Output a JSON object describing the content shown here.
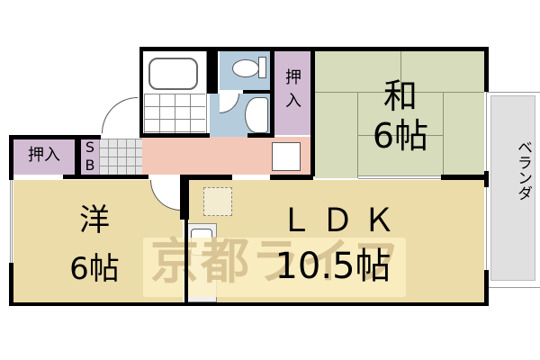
{
  "floorplan": {
    "rooms": {
      "washitsu": {
        "name": "和",
        "size": "6帖",
        "color": "#d6dcbc"
      },
      "youshitsu": {
        "name": "洋",
        "size": "6帖",
        "color": "#ecdcaa"
      },
      "ldk": {
        "name": "ＬＤＫ",
        "size": "10.5帖",
        "color": "#ecdcaa"
      },
      "closet_left": {
        "label": "押入",
        "color": "#d2bcd4"
      },
      "closet_right": {
        "label_top": "押",
        "label_bottom": "入",
        "color": "#d2bcd4"
      },
      "shoebox": {
        "label_top": "S",
        "label_bottom": "B",
        "color": "#d2bcd4"
      },
      "hallway": {
        "color": "#f4c8b8"
      },
      "toilet": {
        "color": "#b4ccdc"
      },
      "washroom": {
        "color": "#b4ccdc"
      },
      "bathroom": {
        "color": "#ffffff"
      },
      "balcony": {
        "label": "ベランダ",
        "color": "#e0e0e0"
      }
    },
    "watermark": {
      "text": "京都ライフ",
      "color": "#d8c494"
    }
  }
}
